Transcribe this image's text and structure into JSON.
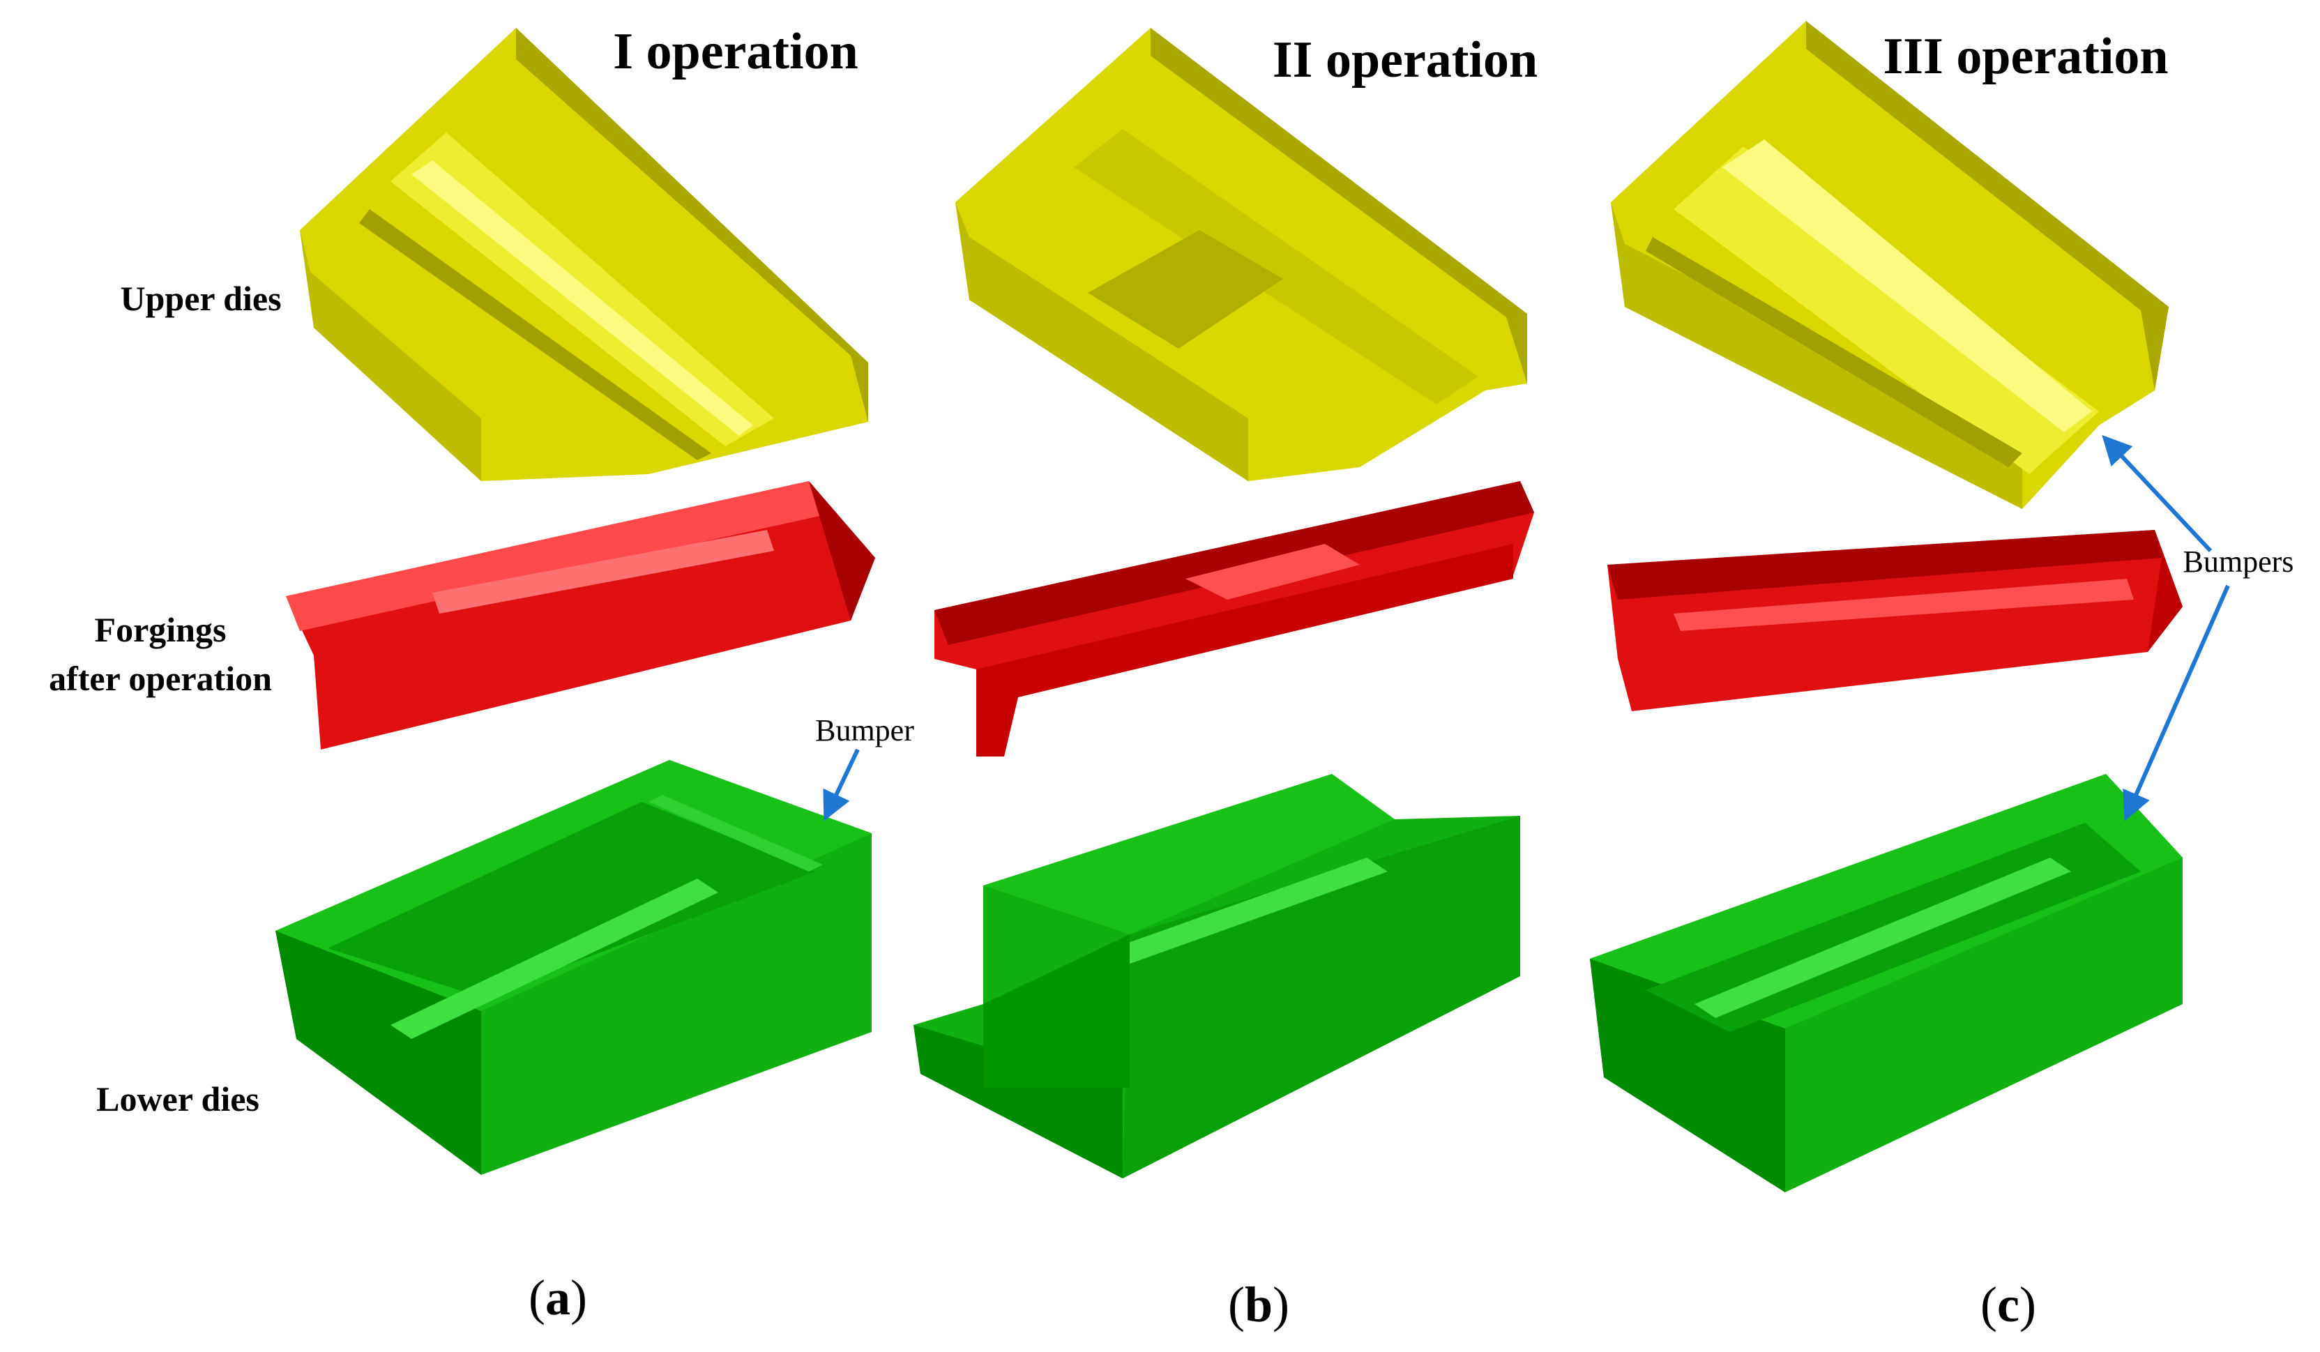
{
  "headers": [
    "I operation",
    "II operation",
    "III operation"
  ],
  "row_labels": {
    "upper": "Upper dies",
    "forgings_line1": "Forgings",
    "forgings_line2": "after operation",
    "lower": "Lower dies"
  },
  "annotations": {
    "bumper": "Bumper",
    "bumpers": "Bumpers"
  },
  "captions": [
    {
      "open": "(",
      "letter": "a",
      "close": ")"
    },
    {
      "open": "(",
      "letter": "b",
      "close": ")"
    },
    {
      "open": "(",
      "letter": "c",
      "close": ")"
    }
  ],
  "colors": {
    "upper_die": "#d8d800",
    "upper_die_dark": "#a8a800",
    "upper_die_light": "#f0f030",
    "forging": "#e01010",
    "forging_dark": "#a80000",
    "forging_light": "#ff4040",
    "lower_die": "#10b010",
    "lower_die_dark": "#008a00",
    "lower_die_light": "#30e030",
    "arrow": "#1f77d4"
  }
}
